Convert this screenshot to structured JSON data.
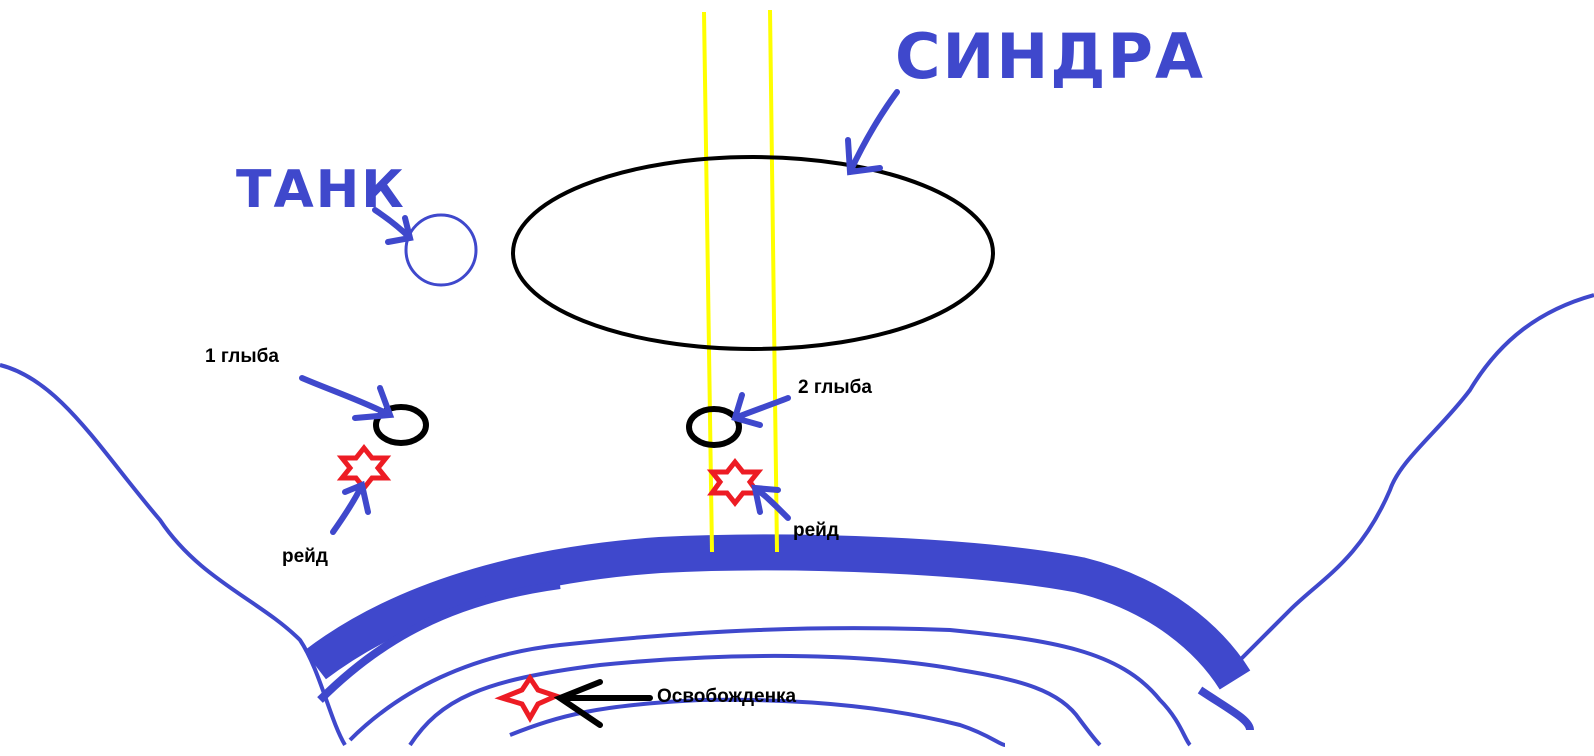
{
  "labels": {
    "boss": "СИНДРА",
    "tank": "ТАНК",
    "boulder1": "1 глыба",
    "boulder2": "2 глыба",
    "raid1": "рейд",
    "raid2": "рейд",
    "liberated": "Освобожденка"
  },
  "colors": {
    "ink_blue": "#3f48cc",
    "beam_yellow": "#ffff00",
    "marker_red": "#ed1c24",
    "outline_black": "#000000"
  }
}
